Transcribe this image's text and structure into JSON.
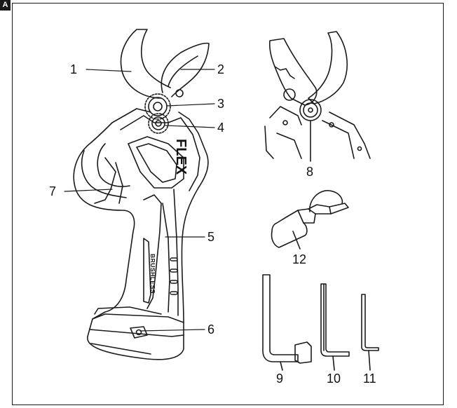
{
  "section_tab": "A",
  "brand": "FLEX",
  "model_text": "BRUSHLESS",
  "callouts": {
    "c1": "1",
    "c2": "2",
    "c3": "3",
    "c4": "4",
    "c5": "5",
    "c6": "6",
    "c7": "7",
    "c8": "8",
    "c9": "9",
    "c10": "10",
    "c11": "11",
    "c12": "12"
  }
}
